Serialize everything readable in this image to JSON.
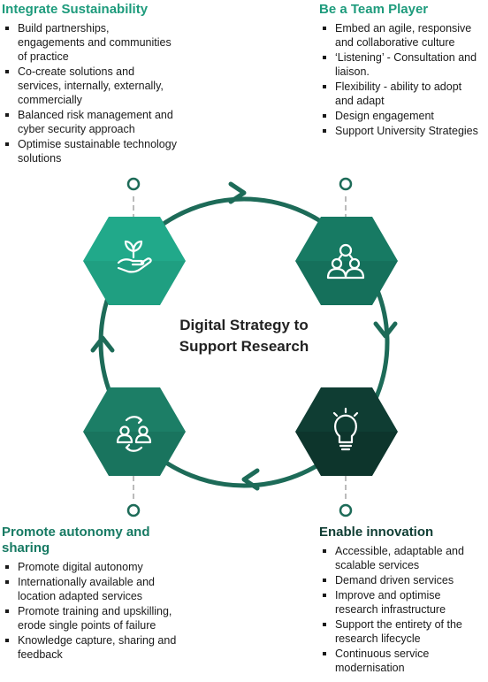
{
  "center_title": [
    "Digital Strategy to",
    "Support Research"
  ],
  "colors": {
    "ring": "#1d6b58",
    "sustainability": "#21a98a",
    "team": "#177a63",
    "innovation": "#0f3d33",
    "autonomy": "#1c7e66",
    "title_green": "#1e9b7c",
    "title_dark": "#0f3d33"
  },
  "sections": {
    "sustainability": {
      "title": "Integrate Sustainability",
      "icon": "hand-holding-plant-icon",
      "items": [
        "Build partnerships, engagements and communities of practice",
        "Co-create solutions and services, internally, externally, commercially",
        "Balanced risk management and cyber security approach",
        "Optimise sustainable technology solutions"
      ]
    },
    "team": {
      "title": "Be a Team Player",
      "icon": "team-people-icon",
      "items": [
        "Embed an agile, responsive and collaborative culture",
        "‘Listening’ - Consultation and liaison.",
        "Flexibility - ability to adopt and adapt",
        "Design engagement",
        "Support University Strategies"
      ]
    },
    "autonomy": {
      "title": "Promote autonomy and sharing",
      "icon": "people-exchange-icon",
      "items": [
        "Promote digital autonomy",
        "Internationally available and location adapted services",
        "Promote training and upskilling, erode single points of failure",
        "Knowledge capture, sharing and feedback"
      ]
    },
    "innovation": {
      "title": "Enable innovation",
      "icon": "lightbulb-icon",
      "items": [
        "Accessible, adaptable and scalable services",
        "Demand driven services",
        "Improve and optimise research infrastructure",
        "Support the entirety of the research lifecycle",
        "Continuous service modernisation"
      ]
    }
  }
}
